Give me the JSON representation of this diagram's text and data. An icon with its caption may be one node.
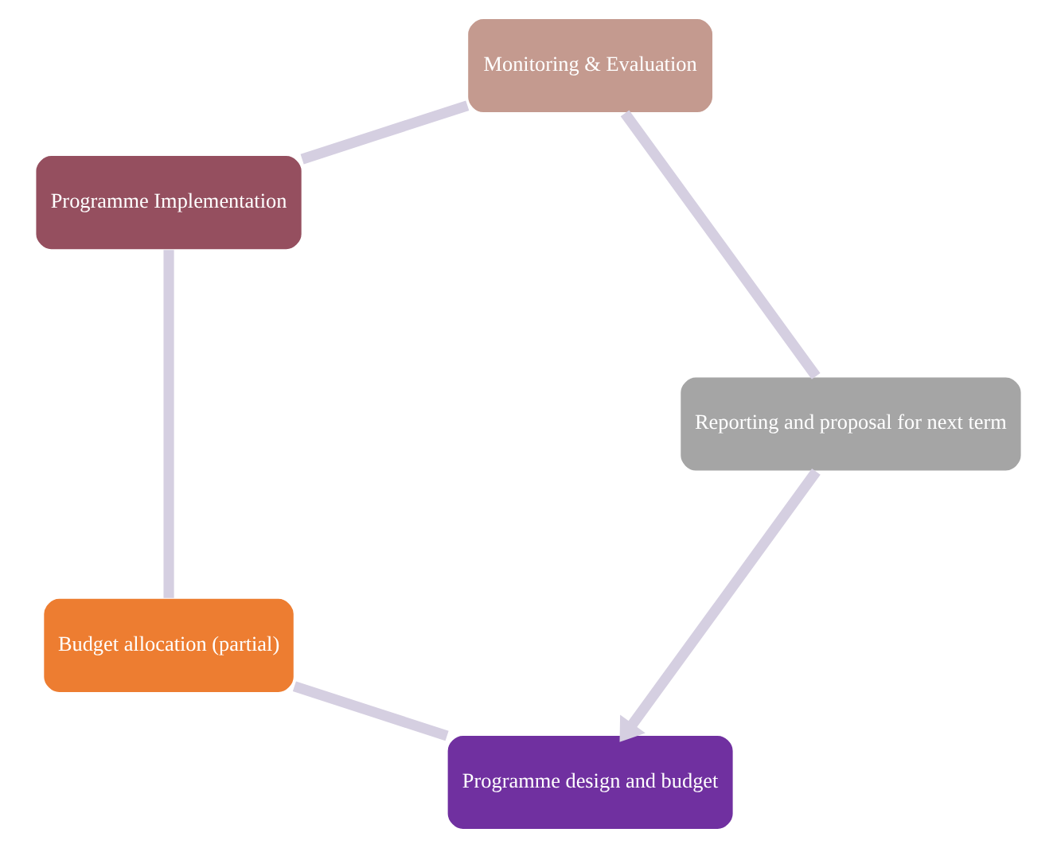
{
  "diagram": {
    "nodes": [
      {
        "text": [
          "Programme design and budget"
        ]
      },
      {
        "text": [
          "Budget allocation (partial)"
        ]
      },
      {
        "text": [
          "Programme Implementation"
        ]
      },
      {
        "text": [
          "Monitoring & Evaluation"
        ]
      },
      {
        "text": [
          "Reporting and proposal for next term"
        ]
      }
    ],
    "edges": [
      {
        "from": 0,
        "to": 1,
        "arrow": "none"
      },
      {
        "from": 1,
        "to": 2,
        "arrow": "none"
      },
      {
        "from": 2,
        "to": 3,
        "arrow": "none"
      },
      {
        "from": 3,
        "to": 4,
        "arrow": "none"
      },
      {
        "from": 4,
        "to": 0,
        "arrow": "to"
      }
    ]
  }
}
